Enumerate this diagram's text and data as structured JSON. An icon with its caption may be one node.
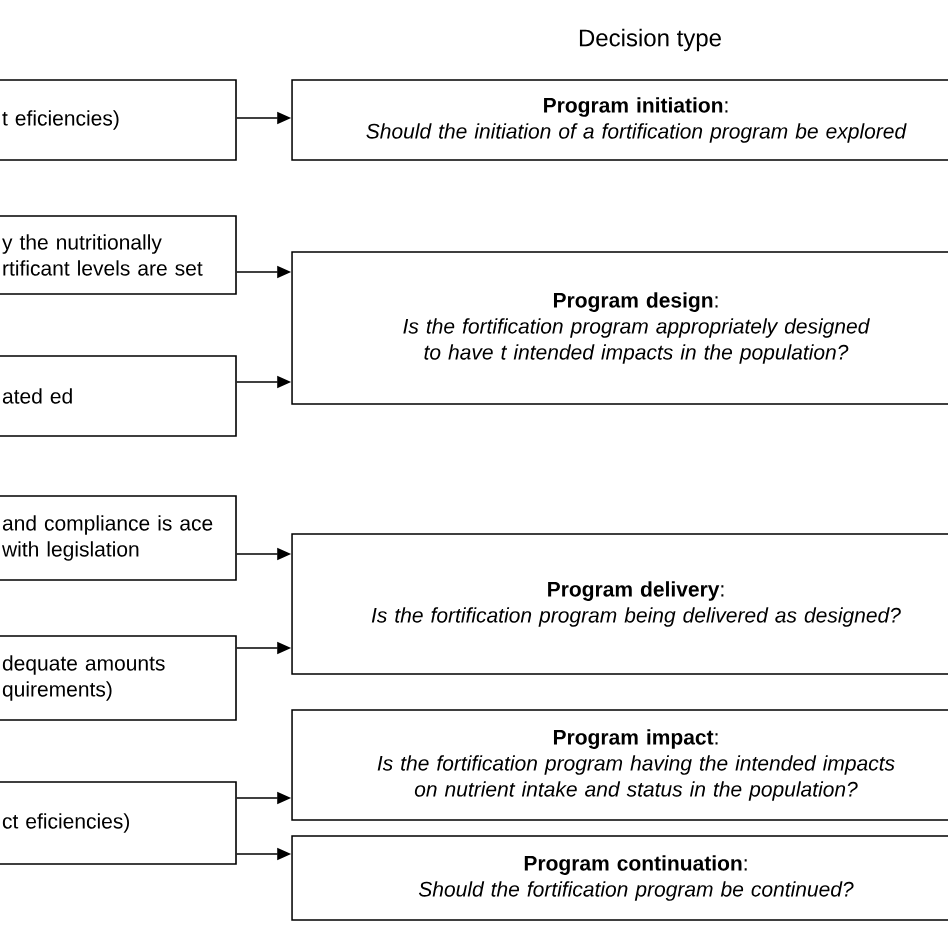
{
  "diagram": {
    "title": "Decision type",
    "nodes": [
      {
        "text": [
          "t eficiencies)"
        ]
      },
      {
        "text": [
          "y the nutritionally rtificant levels are set"
        ]
      },
      {
        "text": [
          "ated ed"
        ]
      },
      {
        "text": [
          "and compliance is ace with legislation"
        ]
      },
      {
        "text": [
          "dequate amounts quirements)"
        ]
      },
      {
        "text": [
          "ct eficiencies)"
        ]
      },
      {
        "text": [
          "**Program initiation**:",
          "Should the initiation of a fortification program be explored"
        ]
      },
      {
        "text": [
          "**Program design**:",
          "Is the fortification program appropriately designed to have t intended impacts in the population?"
        ]
      },
      {
        "text": [
          "**Program delivery**:",
          "Is the fortification program being delivered as designed?"
        ]
      },
      {
        "text": [
          "**Program impact**:",
          "Is the fortification program having the intended impacts on nutrient intake and status in the population?"
        ]
      },
      {
        "text": [
          "**Program continuation**:",
          "Should the fortification program be continued?"
        ]
      }
    ],
    "edges": [
      {
        "from": 0,
        "to": 6,
        "arrow": "to"
      },
      {
        "from": 1,
        "to": 7,
        "arrow": "to"
      },
      {
        "from": 2,
        "to": 7,
        "arrow": "to"
      },
      {
        "from": 3,
        "to": 8,
        "arrow": "to"
      },
      {
        "from": 4,
        "to": 8,
        "arrow": "to"
      },
      {
        "from": 5,
        "to": 9,
        "arrow": "to"
      },
      {
        "from": 5,
        "to": 10,
        "arrow": "to"
      }
    ]
  }
}
